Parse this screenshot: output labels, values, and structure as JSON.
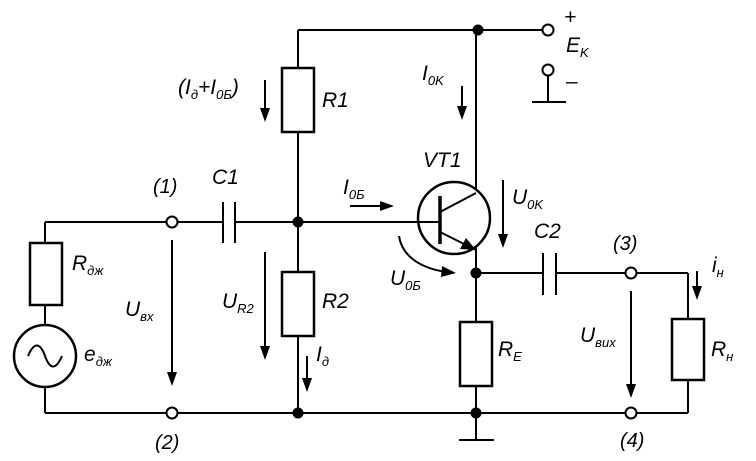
{
  "labels": {
    "plus": "+",
    "minus": "–",
    "ek_main": "E",
    "ek_sub": "K",
    "r1": "R1",
    "r2": "R2",
    "c1": "C1",
    "c2": "C2",
    "vt1": "VT1",
    "re_main": "R",
    "re_sub": "E",
    "rn_main": "R",
    "rn_sub": "н",
    "rdzh_main": "R",
    "rdzh_sub": "дж",
    "edzh_main": "e",
    "edzh_sub": "дж",
    "i0k_main": "I",
    "i0k_sub": "0K",
    "i0b_main": "I",
    "i0b_sub": "0Б",
    "u0k_main": "U",
    "u0k_sub": "0K",
    "u0b_main": "U",
    "u0b_sub": "0Б",
    "ur2_main": "U",
    "ur2_sub": "R2",
    "id_main": "I",
    "id_sub": "д",
    "in_main": "i",
    "in_sub": "н",
    "uvx_main": "U",
    "uvx_sub": "вх",
    "uvix_main": "U",
    "uvix_sub": "вих",
    "r1_open": "(I",
    "r1_sub1": "д",
    "r1_plus": "+I",
    "r1_sub2": "0Б",
    "r1_close": ")",
    "t1": "(1)",
    "t2": "(2)",
    "t3": "(3)",
    "t4": "(4)"
  }
}
